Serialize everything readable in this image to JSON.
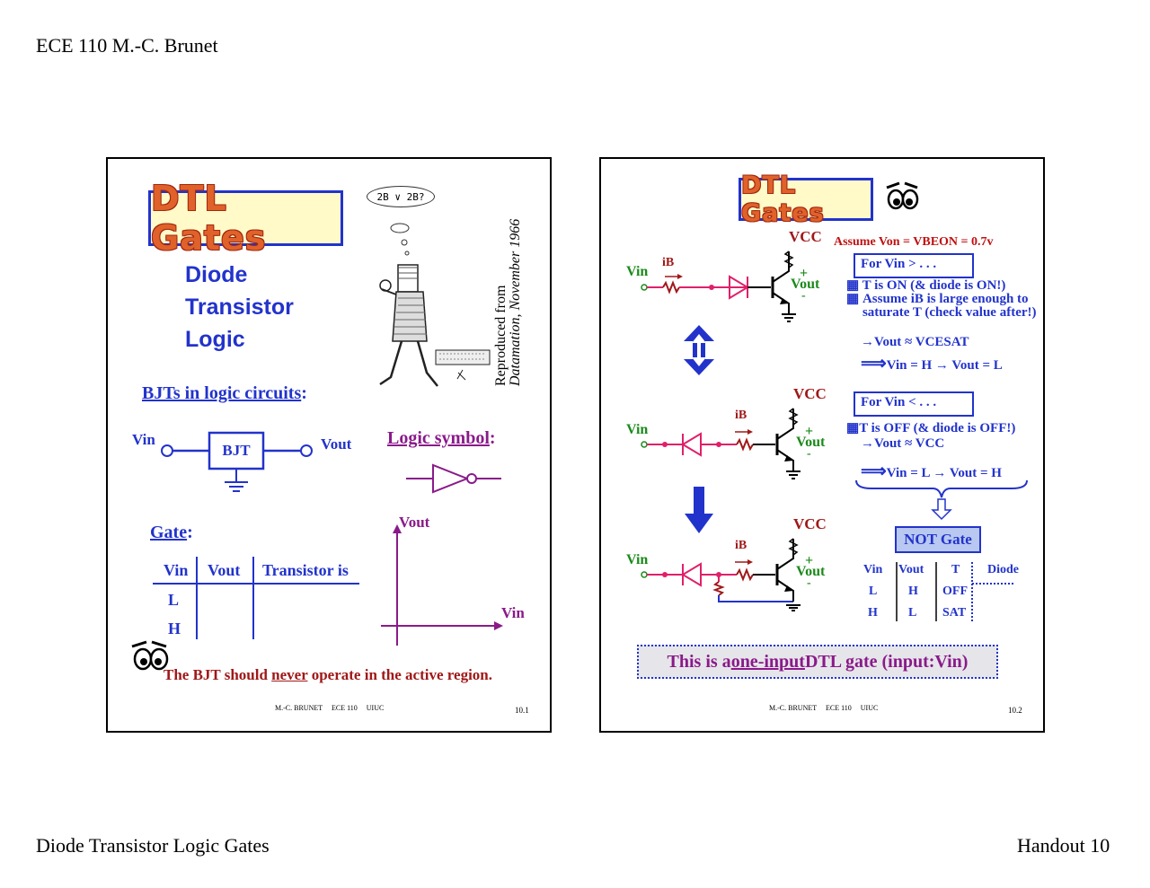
{
  "header": {
    "left": "ECE 110 M.-C.  Brunet"
  },
  "footer": {
    "left": "Diode Transistor Logic Gates",
    "right": "Handout 10"
  },
  "slide1": {
    "title": "DTL Gates",
    "words": [
      "Diode",
      "Transistor",
      "Logic"
    ],
    "cartoon_bubble": "2B ∨ 2B?",
    "credit_line1": "Reproduced from",
    "credit_line2": "Datamation, November 1966",
    "bjts_heading": "BJTs in logic circuits",
    "colon": ":",
    "vin": "Vin",
    "vout": "Vout",
    "bjt_box": "BJT",
    "logic_symbol": "Logic symbol",
    "gate_heading": "Gate",
    "table_headers": [
      "Vin",
      "Vout",
      "Transistor is"
    ],
    "table_rows": [
      "L",
      "H"
    ],
    "graph_y": "Vout",
    "graph_x": "Vin",
    "warning_pre": "The BJT should ",
    "warning_never": "never",
    "warning_post": " operate in the active region.",
    "footer_text": "M.-C. BRUNET     ECE 110     UIUC",
    "page": "10.1"
  },
  "slide2": {
    "title": "DTL Gates",
    "vcc": "VCC",
    "vin": "Vin",
    "vout": "Vout",
    "ib": "iB",
    "plus": "+",
    "minus": "-",
    "assume": "Assume Von = VBEON = 0.7v",
    "case1_box": "For Vin > . . .",
    "case1_b1": "T is ON (& diode is ON!)",
    "case1_b2": "Assume iB is large enough to saturate T (check value after!)",
    "case1_arrow": "→Vout ≈ VCESAT",
    "case1_result": "Vin = H → Vout = L",
    "case2_box": "For Vin < . . .",
    "case2_b1": "T is OFF (& diode is OFF!)",
    "case2_arrow": "→Vout ≈ VCC",
    "case2_result": "Vin = L → Vout = H",
    "not_gate": "NOT Gate",
    "table_headers": [
      "Vin",
      "Vout",
      "T",
      "Diode"
    ],
    "table_rows": [
      [
        "L",
        "H",
        "OFF"
      ],
      [
        "H",
        "L",
        "SAT"
      ]
    ],
    "banner_pre": "This is a ",
    "banner_u": "one-input",
    "banner_post": " DTL gate (input:Vin)",
    "footer_text": "M.-C. BRUNET     ECE 110     UIUC",
    "page": "10.2"
  },
  "colors": {
    "blue": "#2233cc",
    "dark_red": "#a01818",
    "pink": "#e0206a",
    "purple": "#8a1a8a",
    "title_fill": "#fffac8"
  }
}
